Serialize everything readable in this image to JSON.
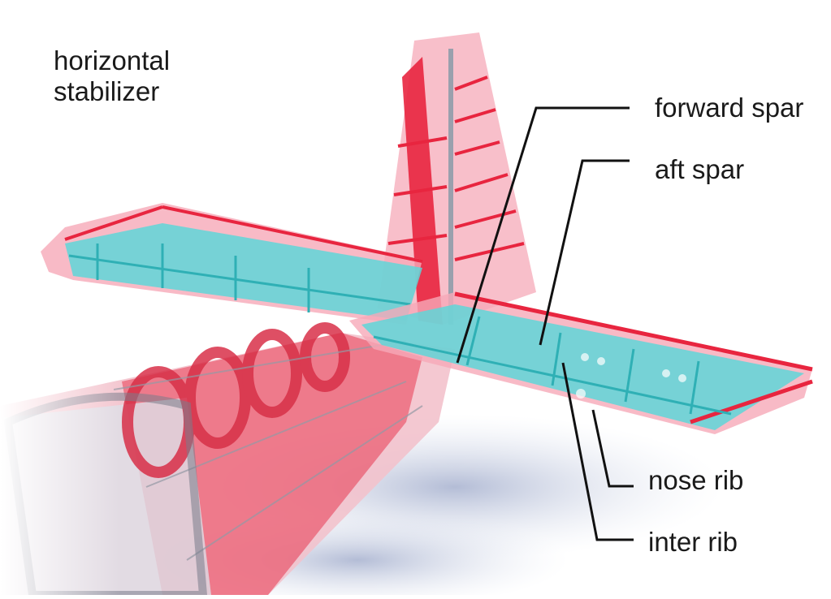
{
  "title": {
    "line1": "horizontal",
    "line2": "stabilizer"
  },
  "callouts": {
    "forward_spar": "forward spar",
    "aft_spar": "aft spar",
    "nose_rib": "nose rib",
    "inter_rib": "inter rib"
  },
  "colors": {
    "skin": "#e8253f",
    "skin_light": "#f6a9b8",
    "internal_structure": "#5fd6d8",
    "leader_line": "#111111",
    "shadow": "#b9c3db"
  }
}
